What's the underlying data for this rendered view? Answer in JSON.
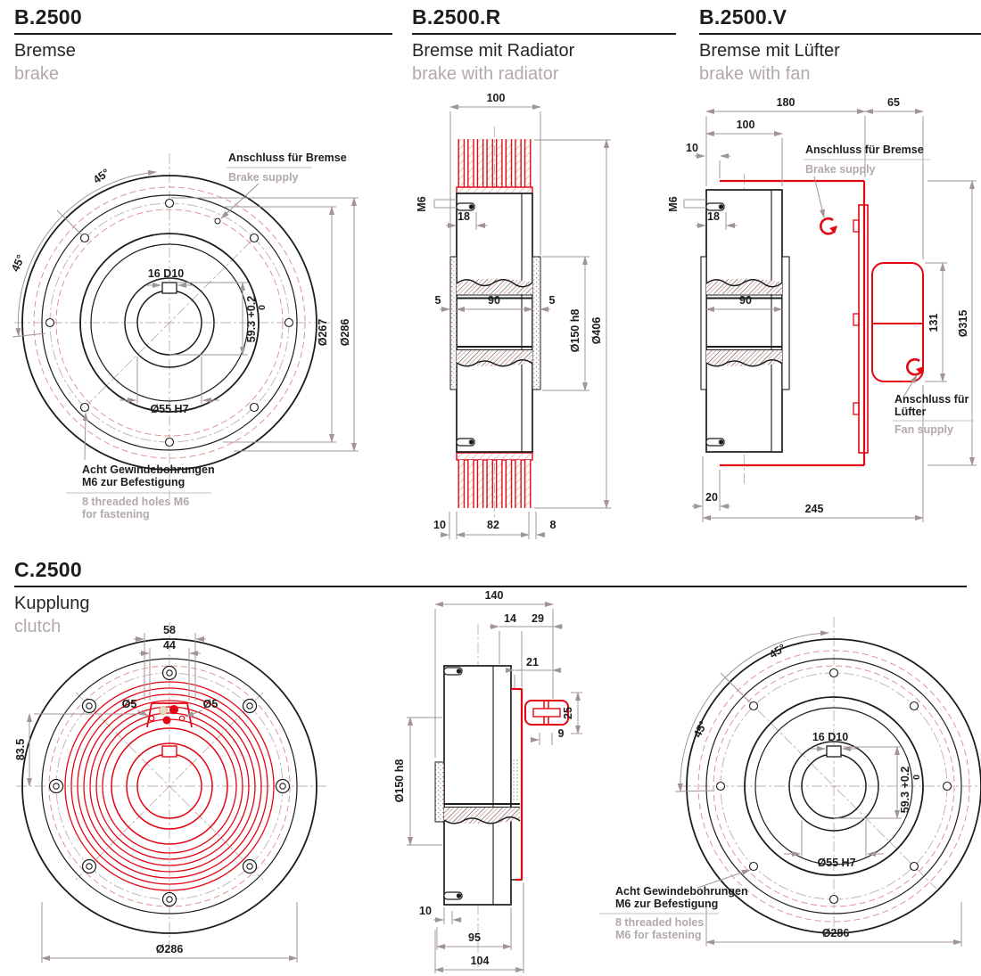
{
  "colors": {
    "accent_red": "#e30613",
    "line_black": "#1d1d1b",
    "dim_gray": "#a29494",
    "label_gray": "#b3a9a9",
    "dash_red": "#dd8a8a"
  },
  "headers": {
    "b": {
      "code": "B.2500",
      "title_de": "Bremse",
      "title_en": "brake"
    },
    "br": {
      "code": "B.2500.R",
      "title_de": "Bremse mit Radiator",
      "title_en": "brake with radiator"
    },
    "bv": {
      "code": "B.2500.V",
      "title_de": "Bremse mit Lüfter",
      "title_en": "brake with fan"
    },
    "c": {
      "code": "C.2500",
      "title_de": "Kupplung",
      "title_en": "clutch"
    }
  },
  "front_brake": {
    "angle_a": "45°",
    "angle_b": "45°",
    "supply_de": "Anschluss für Bremse",
    "supply_en": "Brake supply",
    "keyway": "16 D10",
    "depth": "59.3 +0.2",
    "depth_tol": "0",
    "dia_bolt": "Ø267",
    "dia_outer": "Ø286",
    "dia_bore": "Ø55 H7",
    "note_de_1": "Acht Gewindebohrungen",
    "note_de_2": "M6 zur Befestigung",
    "note_en_1": "8 threaded holes M6",
    "note_en_2": "for fastening"
  },
  "section_radiator": {
    "w_total": "100",
    "thread": "M6",
    "depth18": "18",
    "gap_l": "5",
    "disc": "90",
    "gap_r": "5",
    "dia_hub": "Ø150 h8",
    "dia_disc": "Ø406",
    "b_left": "10",
    "b_mid": "82",
    "b_right": "8"
  },
  "section_fan": {
    "w_total": "180",
    "w_fan": "65",
    "w_body": "100",
    "w_gap": "10",
    "thread": "M6",
    "depth18": "18",
    "disc": "90",
    "h_fan": "131",
    "dia_fan": "Ø315",
    "b_left": "20",
    "b_total": "245",
    "brake_de": "Anschluss für Bremse",
    "brake_en": "Brake supply",
    "fan_de_1": "Anschluss für",
    "fan_de_2": "Lüfter",
    "fan_en": "Fan supply"
  },
  "front_clutch": {
    "w_outer": "58",
    "w_inner": "44",
    "dia_hole_l": "Ø5",
    "dia_hole_r": "Ø5",
    "h_offset": "83.5",
    "dia_outer": "Ø286"
  },
  "section_clutch": {
    "w_total": "140",
    "w_14": "14",
    "w_29": "29",
    "w_21": "21",
    "h_25": "25",
    "w_9": "9",
    "dia_hub": "Ø150 h8",
    "b_10": "10",
    "b_95": "95",
    "b_104": "104"
  },
  "front_clutch2": {
    "angle_a": "45°",
    "angle_b": "45°",
    "keyway": "16 D10",
    "depth": "59.3 +0.2",
    "depth_tol": "0",
    "dia_bore": "Ø55 H7",
    "dia_outer": "Ø286",
    "note_de_1": "Acht Gewindebohrungen",
    "note_de_2": "M6 zur Befestigung",
    "note_en_1": "8 threaded holes",
    "note_en_2": "M6 for fastening"
  }
}
